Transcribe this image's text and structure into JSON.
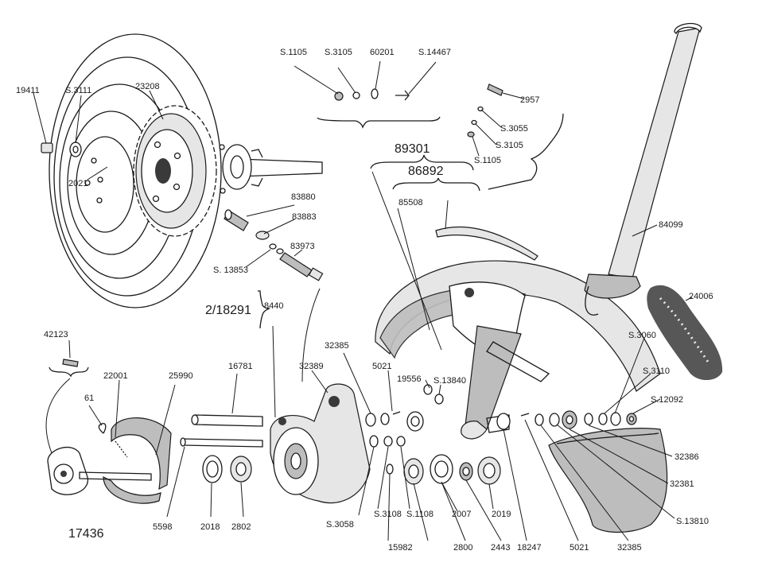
{
  "labels": {
    "l19411": "19411",
    "lS3111": "S.3111",
    "l23208": "23208",
    "l2021": "2021",
    "l83880": "83880",
    "l83883": "83883",
    "l83973": "83973",
    "lS13853": "S. 13853",
    "l8440": "8440",
    "l2_18291": "2/18291",
    "lS1105a": "S.1105",
    "lS3105a": "S.3105",
    "l60201": "60201",
    "lS14467": "S.14467",
    "l2957": "2957",
    "lS3055": "S.3055",
    "lS3105b": "S.3105",
    "lS1105b": "S.1105",
    "l89301": "89301",
    "l86892": "86892",
    "l85508": "85508",
    "l84099": "84099",
    "l24006": "24006",
    "lS3060": "S.3060",
    "lS3110": "S.3110",
    "lS12092": "S.12092",
    "l32386": "32386",
    "l32381": "32381",
    "lS13810": "S.13810",
    "l32385b": "32385",
    "l5021b": "5021",
    "l18247": "18247",
    "l2443": "2443",
    "l2800": "2800",
    "l15982": "15982",
    "lS3058": "S.3058",
    "lS3108": "S.3108",
    "lS1108": "S.1108",
    "l2007": "2007",
    "l2019": "2019",
    "l19556": "19556",
    "lS13840": "S.13840",
    "l5021a": "5021",
    "l32385a": "32385",
    "l32389": "32389",
    "l16781": "16781",
    "l25990": "25990",
    "l22001": "22001",
    "l61": "61",
    "l42123": "42123",
    "l17436": "17436",
    "l5598": "5598",
    "l2018": "2018",
    "l2802": "2802"
  }
}
